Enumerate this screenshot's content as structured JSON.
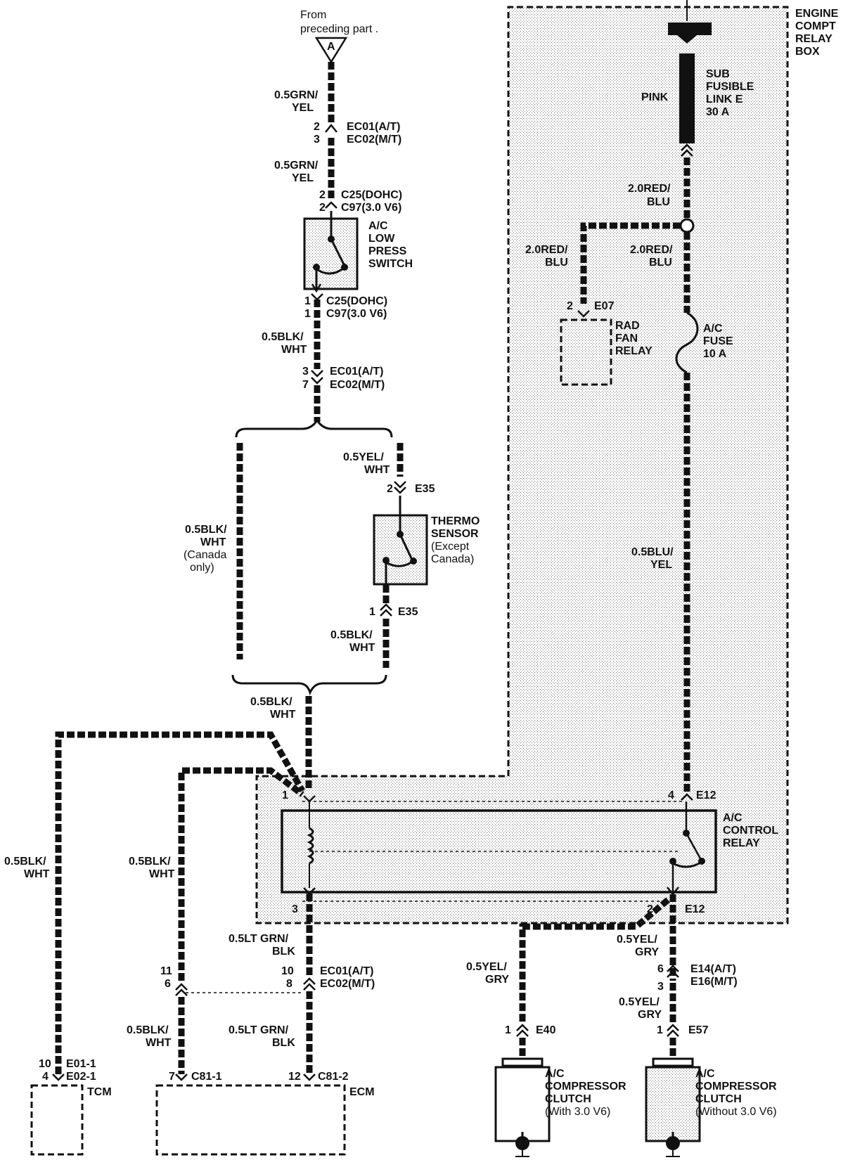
{
  "labels": {
    "from_preceding": [
      "From",
      "preceding part ."
    ],
    "connector_a": "A",
    "w_grn_yel_1": [
      "0.5GRN/",
      "YEL"
    ],
    "ec01_top_pins": [
      "2",
      "3"
    ],
    "ec01_top": [
      "EC01(A/T)",
      "EC02(M/T)"
    ],
    "w_grn_yel_2": [
      "0.5GRN/",
      "YEL"
    ],
    "c25_top_pins": [
      "2",
      "2"
    ],
    "c25_top": [
      "C25(DOHC)",
      "C97(3.0 V6)"
    ],
    "low_press_switch": [
      "A/C",
      "LOW",
      "PRESS",
      "SWITCH"
    ],
    "c25_bot_pins": [
      "1",
      "1"
    ],
    "c25_bot": [
      "C25(DOHC)",
      "C97(3.0 V6)"
    ],
    "w_blk_wht_1": [
      "0.5BLK/",
      "WHT"
    ],
    "ec01_mid_pins": [
      "3",
      "7"
    ],
    "ec01_mid": [
      "EC01(A/T)",
      "EC02(M/T)"
    ],
    "w_yel_wht": [
      "0.5YEL/",
      "WHT"
    ],
    "e35_top_pin": "2",
    "e35_top": "E35",
    "thermo_sensor": [
      "THERMO",
      "SENSOR",
      "(Except",
      "Canada)"
    ],
    "w_blk_wht_canada": [
      "0.5BLK/",
      "WHT",
      "(Canada",
      "only)"
    ],
    "e35_bot_pin": "1",
    "e35_bot": "E35",
    "w_blk_wht_2": [
      "0.5BLK/",
      "WHT"
    ],
    "w_blk_wht_3": [
      "0.5BLK/",
      "WHT"
    ],
    "w_blk_wht_left": [
      "0.5BLK/",
      "WHT"
    ],
    "w_blk_wht_left2": [
      "0.5BLK/",
      "WHT"
    ],
    "relay_pin1": "1",
    "relay_pin3": "3",
    "relay_pin4": "4",
    "relay_pin2": "2",
    "e12_top": "E12",
    "e12_bot": "E12",
    "ac_control_relay": [
      "A/C",
      "CONTROL",
      "RELAY"
    ],
    "w_ltgrn_blk_1": [
      "0.5LT GRN/",
      "BLK"
    ],
    "ec01_low_pins": [
      "10",
      "8"
    ],
    "ec01_low": [
      "EC01(A/T)",
      "EC02(M/T)"
    ],
    "ecm_side_pins": [
      "11",
      "6"
    ],
    "w_ltgrn_blk_2": [
      "0.5LT GRN/",
      "BLK"
    ],
    "w_blk_wht_4": [
      "0.5BLK/",
      "WHT"
    ],
    "tcm_pins": [
      "10",
      "4"
    ],
    "tcm_conn": [
      "E01-1",
      "E02-1"
    ],
    "tcm": "TCM",
    "c81_1_pin": "7",
    "c81_1": "C81-1",
    "c81_2_pin": "12",
    "c81_2": "C81-2",
    "ecm": "ECM",
    "engine_box": [
      "ENGINE",
      "COMPT",
      "RELAY",
      "BOX"
    ],
    "sub_fusible": [
      "SUB",
      "FUSIBLE",
      "LINK E",
      "30 A"
    ],
    "pink": "PINK",
    "w_red_blu_1": [
      "2.0RED/",
      "BLU"
    ],
    "w_red_blu_2": [
      "2.0RED/",
      "BLU"
    ],
    "w_red_blu_3": [
      "2.0RED/",
      "BLU"
    ],
    "e07_pin": "2",
    "e07": "E07",
    "rad_fan_relay": [
      "RAD",
      "FAN",
      "RELAY"
    ],
    "ac_fuse": [
      "A/C",
      "FUSE",
      "10 A"
    ],
    "w_blu_yel": [
      "0.5BLU/",
      "YEL"
    ],
    "w_yel_gry_1": [
      "0.5YEL/",
      "GRY"
    ],
    "w_yel_gry_2": [
      "0.5YEL/",
      "GRY"
    ],
    "w_yel_gry_3": [
      "0.5YEL/",
      "GRY"
    ],
    "e14_pins": [
      "6",
      "3"
    ],
    "e14": [
      "E14(A/T)",
      "E16(M/T)"
    ],
    "e40_pin": "1",
    "e40": "E40",
    "e57_pin": "1",
    "e57": "E57",
    "clutch_v6": [
      "A/C",
      "COMPRESSOR",
      "CLUTCH",
      "(With 3.0 V6)"
    ],
    "clutch_no_v6": [
      "A/C",
      "COMPRESSOR",
      "CLUTCH",
      "(Without 3.0 V6)"
    ]
  }
}
